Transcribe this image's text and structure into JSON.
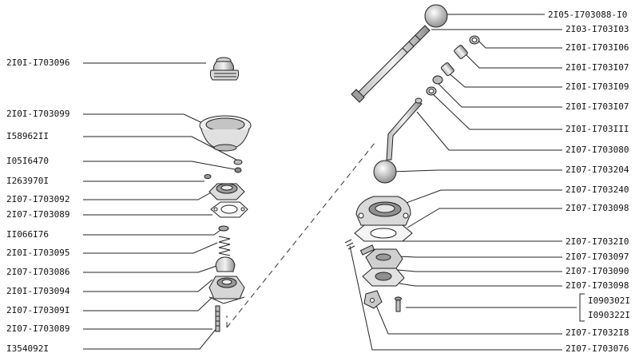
{
  "left_labels": [
    "2I0I-I703096",
    "2I0I-I703099",
    "I58962II",
    "I05I6470",
    "I263970I",
    "2I07-I703092",
    "2I07-I703089",
    "II066I76",
    "2I0I-I703095",
    "2I07-I703086",
    "2I0I-I703094",
    "2I07-I70309I",
    "2I07-I703089",
    "I354092I"
  ],
  "right_labels": [
    "2I05-I703088-I0",
    "2I03-I703I03",
    "2I0I-I703I06",
    "2I0I-I703I07",
    "2I0I-I703I09",
    "2I0I-I703I07",
    "2I0I-I703III",
    "2I07-I703080",
    "2I07-I703204",
    "2I07-I703240",
    "2I07-I703098",
    "2I07-I7032I0",
    "2I07-I703097",
    "2I07-I703090",
    "2I07-I703098",
    "I090302I",
    "I090322I",
    "2I07-I7032I8",
    "2I07-I703076"
  ]
}
